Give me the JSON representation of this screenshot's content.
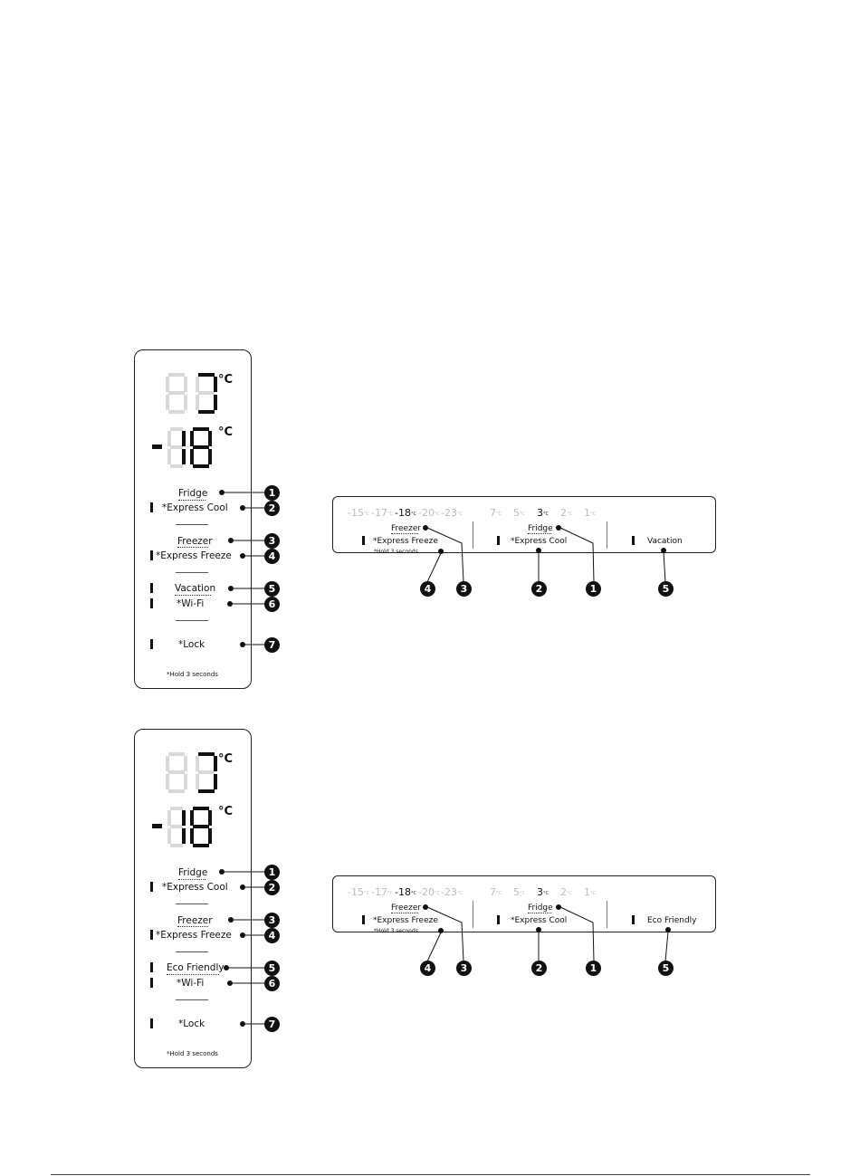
{
  "panels": [
    {
      "vertical": {
        "top_unit": "°C",
        "bottom_unit": "°C",
        "bottom_sign": "-",
        "items": [
          {
            "label": "Fridge",
            "num": "1",
            "bar": false
          },
          {
            "label": "*Express Cool",
            "num": "2",
            "bar": true
          },
          {
            "label": "Freezer",
            "num": "3",
            "bar": false
          },
          {
            "label": "*Express Freeze",
            "num": "4",
            "bar": true
          },
          {
            "label": "Vacation",
            "num": "5",
            "bar": true
          },
          {
            "label": "*Wi-Fi",
            "num": "6",
            "bar": true
          },
          {
            "label": "*Lock",
            "num": "7",
            "bar": true
          }
        ],
        "footnote": "*Hold 3 seconds"
      },
      "horizontal": {
        "freezer_temps": [
          "-15",
          "-17",
          "-18",
          "-20",
          "-23"
        ],
        "freezer_active": "-18",
        "fridge_temps": [
          "7",
          "5",
          "3",
          "2",
          "1"
        ],
        "fridge_active": "3",
        "unit": "°C",
        "freezer_label": "Freezer",
        "express_freeze_label": "*Express Freeze",
        "hold_note": "*Hold 3 seconds",
        "fridge_label": "Fridge",
        "express_cool_label": "*Express Cool",
        "right_label": "Vacation",
        "callouts": [
          "4",
          "3",
          "2",
          "1",
          "5"
        ]
      }
    },
    {
      "vertical": {
        "top_unit": "°C",
        "bottom_unit": "°C",
        "bottom_sign": "-",
        "items": [
          {
            "label": "Fridge",
            "num": "1",
            "bar": false
          },
          {
            "label": "*Express Cool",
            "num": "2",
            "bar": true
          },
          {
            "label": "Freezer",
            "num": "3",
            "bar": false
          },
          {
            "label": "*Express Freeze",
            "num": "4",
            "bar": true
          },
          {
            "label": "Eco Friendly",
            "num": "5",
            "bar": true
          },
          {
            "label": "*Wi-Fi",
            "num": "6",
            "bar": true
          },
          {
            "label": "*Lock",
            "num": "7",
            "bar": true
          }
        ],
        "footnote": "*Hold 3 seconds"
      },
      "horizontal": {
        "freezer_temps": [
          "-15",
          "-17",
          "-18",
          "-20",
          "-23"
        ],
        "freezer_active": "-18",
        "fridge_temps": [
          "7",
          "5",
          "3",
          "2",
          "1"
        ],
        "fridge_active": "3",
        "unit": "°C",
        "freezer_label": "Freezer",
        "express_freeze_label": "*Express Freeze",
        "hold_note": "*Hold 3 seconds",
        "fridge_label": "Fridge",
        "express_cool_label": "*Express Cool",
        "right_label": "Eco Friendly",
        "callouts": [
          "4",
          "3",
          "2",
          "1",
          "5"
        ]
      }
    }
  ]
}
